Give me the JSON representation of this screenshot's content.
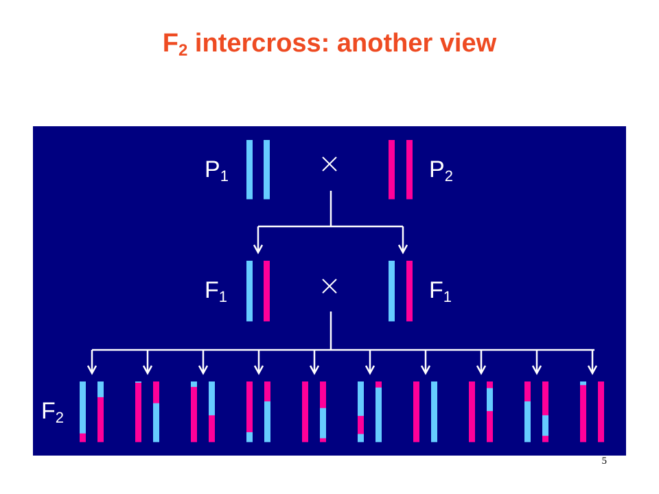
{
  "title": {
    "main": "F",
    "sub": "2",
    "rest": " intercross: another view"
  },
  "labels": {
    "p1": {
      "letter": "P",
      "sub": "1"
    },
    "p2": {
      "letter": "P",
      "sub": "2"
    },
    "f1_left": {
      "letter": "F",
      "sub": "1"
    },
    "f1_right": {
      "letter": "F",
      "sub": "1"
    },
    "f2": {
      "letter": "F",
      "sub": "2"
    }
  },
  "page_number": "5",
  "colors": {
    "title": "#ee4b22",
    "panel": "#000080",
    "chrom_p1": "#66ccff",
    "chrom_p2": "#ff0099",
    "line": "#ffffff"
  },
  "chromosomes": {
    "p1": [
      [
        [
          "B",
          1
        ]
      ],
      [
        [
          "B",
          1
        ]
      ]
    ],
    "p2": [
      [
        [
          "M",
          1
        ]
      ],
      [
        [
          "M",
          1
        ]
      ]
    ],
    "f1": [
      [
        [
          "B",
          1
        ]
      ],
      [
        [
          "M",
          1
        ]
      ]
    ],
    "f2": [
      [
        [
          [
            "B",
            0.86
          ],
          [
            "M",
            0.14
          ]
        ],
        [
          [
            "B",
            0.26
          ],
          [
            "M",
            0.74
          ]
        ]
      ],
      [
        [
          [
            "B",
            0.02
          ],
          [
            "M",
            0.98
          ]
        ],
        [
          [
            "M",
            0.36
          ],
          [
            "B",
            0.64
          ]
        ]
      ],
      [
        [
          [
            "B",
            0.09
          ],
          [
            "M",
            0.91
          ]
        ],
        [
          [
            "B",
            0.56
          ],
          [
            "M",
            0.44
          ]
        ]
      ],
      [
        [
          [
            "M",
            0.84
          ],
          [
            "B",
            0.16
          ]
        ],
        [
          [
            "M",
            0.33
          ],
          [
            "B",
            0.67
          ]
        ]
      ],
      [
        [
          [
            "M",
            1
          ]
        ],
        [
          [
            "M",
            0.44
          ],
          [
            "B",
            0.5
          ],
          [
            "M",
            0.06
          ]
        ]
      ],
      [
        [
          [
            "B",
            0.57
          ],
          [
            "M",
            0.3
          ],
          [
            "B",
            0.13
          ]
        ],
        [
          [
            "M",
            0.1
          ],
          [
            "B",
            0.9
          ]
        ]
      ],
      [
        [
          [
            "M",
            1
          ]
        ],
        [
          [
            "B",
            1
          ]
        ]
      ],
      [
        [
          [
            "M",
            1
          ]
        ],
        [
          [
            "M",
            0.11
          ],
          [
            "B",
            0.38
          ],
          [
            "M",
            0.51
          ]
        ]
      ],
      [
        [
          [
            "M",
            0.33
          ],
          [
            "B",
            0.67
          ]
        ],
        [
          [
            "M",
            0.56
          ],
          [
            "B",
            0.34
          ],
          [
            "M",
            0.1
          ]
        ]
      ],
      [
        [
          [
            "B",
            0.06
          ],
          [
            "M",
            0.94
          ]
        ],
        [
          [
            "M",
            1
          ]
        ]
      ]
    ]
  }
}
